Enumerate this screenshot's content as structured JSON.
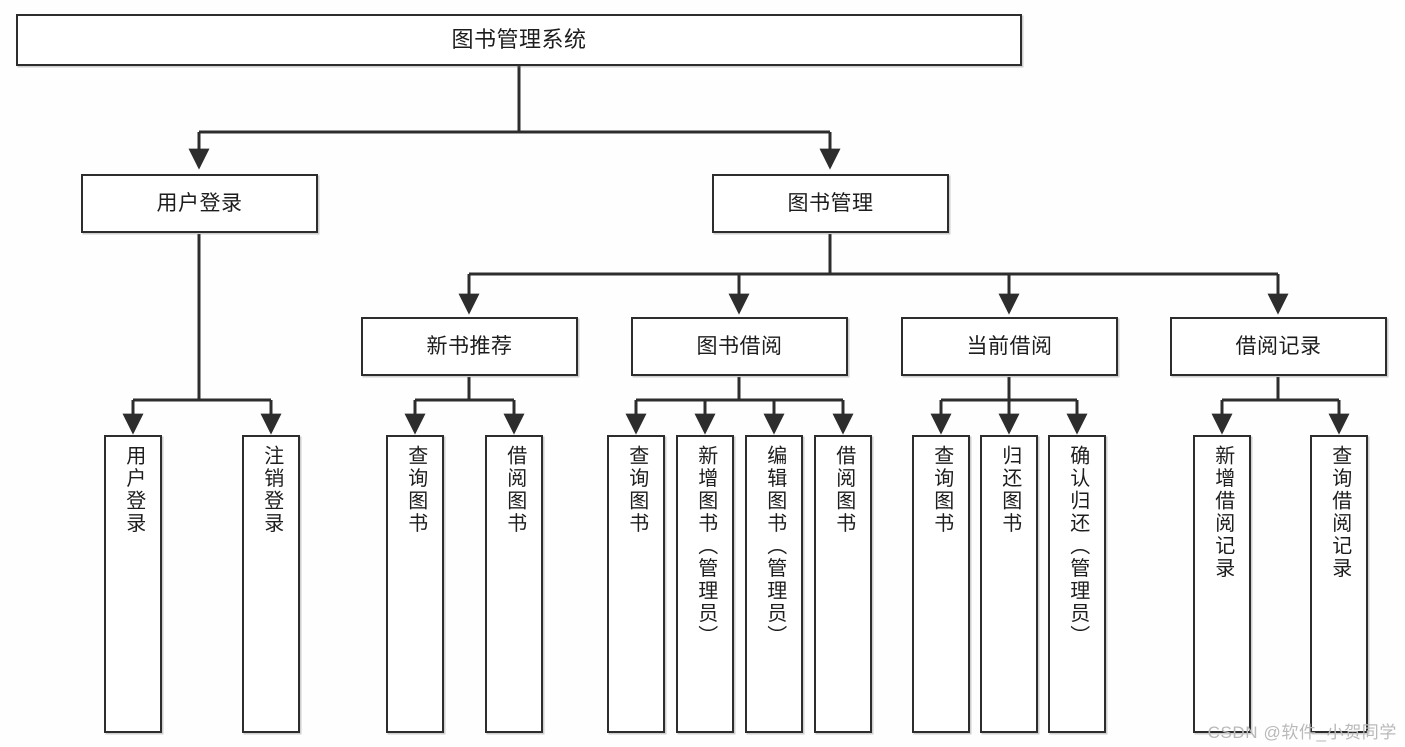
{
  "diagram": {
    "title": "图书管理系统",
    "type": "tree-hierarchy-chart",
    "watermark": "CSDN @软件_小贺同学",
    "colors": {
      "line": "#2d2d2d",
      "box_border": "#2d2d2d",
      "box_fill": "#ffffff",
      "text": "#1d1d1d",
      "background": "#fefefe",
      "watermark": "#b9b9b9"
    }
  },
  "nodes": {
    "root": {
      "label": "图书管理系统"
    },
    "level2": [
      {
        "id": "user-login",
        "label": "用户登录"
      },
      {
        "id": "book-manage",
        "label": "图书管理"
      }
    ],
    "level3": [
      {
        "id": "new-book-recommend",
        "label": "新书推荐"
      },
      {
        "id": "book-borrow",
        "label": "图书借阅"
      },
      {
        "id": "current-borrow",
        "label": "当前借阅"
      },
      {
        "id": "borrow-record",
        "label": "借阅记录"
      }
    ],
    "leaves": {
      "user-login": [
        {
          "id": "leaf-user-login",
          "label": "用户登录"
        },
        {
          "id": "leaf-logout-login",
          "label": "注销登录"
        }
      ],
      "new-book-recommend": [
        {
          "id": "leaf-query-book-1",
          "label": "查询图书"
        },
        {
          "id": "leaf-borrow-book-1",
          "label": "借阅图书"
        }
      ],
      "book-borrow": [
        {
          "id": "leaf-query-book-2",
          "label": "查询图书"
        },
        {
          "id": "leaf-add-book",
          "label": "新增图书（管理员）"
        },
        {
          "id": "leaf-edit-book",
          "label": "编辑图书（管理员）"
        },
        {
          "id": "leaf-borrow-book-2",
          "label": "借阅图书"
        }
      ],
      "current-borrow": [
        {
          "id": "leaf-query-book-3",
          "label": "查询图书"
        },
        {
          "id": "leaf-return-book",
          "label": "归还图书"
        },
        {
          "id": "leaf-confirm-return",
          "label": "确认归还（管理员）"
        }
      ],
      "borrow-record": [
        {
          "id": "leaf-add-record",
          "label": "新增借阅记录"
        },
        {
          "id": "leaf-query-record",
          "label": "查询借阅记录"
        }
      ]
    }
  }
}
